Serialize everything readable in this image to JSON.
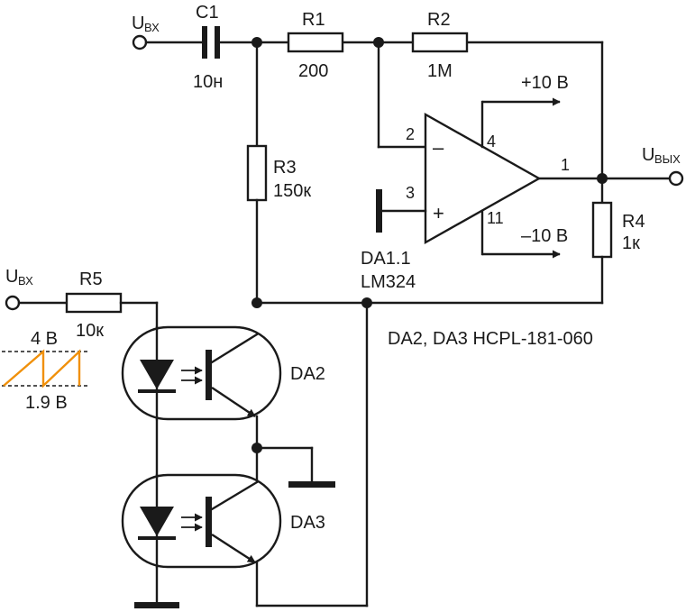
{
  "input_top": {
    "label": "U",
    "sub": "ВХ"
  },
  "input_ramp": {
    "label": "U",
    "sub": "ВХ"
  },
  "output": {
    "label": "U",
    "sub": "ВЫХ"
  },
  "c1": {
    "name": "C1",
    "value": "10н"
  },
  "r1": {
    "name": "R1",
    "value": "200"
  },
  "r2": {
    "name": "R2",
    "value": "1M"
  },
  "r3": {
    "name": "R3",
    "value": "150к"
  },
  "r4": {
    "name": "R4",
    "value": "1к"
  },
  "r5": {
    "name": "R5",
    "value": "10к"
  },
  "opamp": {
    "name": "DA1.1",
    "part": "LM324",
    "pin_inverting": "2",
    "pin_noninverting": "3",
    "pin_vplus": "4",
    "pin_vminus": "11",
    "pin_out": "1",
    "sign_minus": "–",
    "sign_plus": "+"
  },
  "supply_pos": "+10 В",
  "supply_neg": "–10 В",
  "optocoupler_note": "DA2, DA3 HCPL-181-060",
  "da2": "DA2",
  "da3": "DA3",
  "ramp": {
    "high": "4 В",
    "low": "1.9 В",
    "color": "#f0900a"
  },
  "colors": {
    "wire": "#1a1a1a",
    "ramp": "#f0900a",
    "background": "#ffffff"
  }
}
